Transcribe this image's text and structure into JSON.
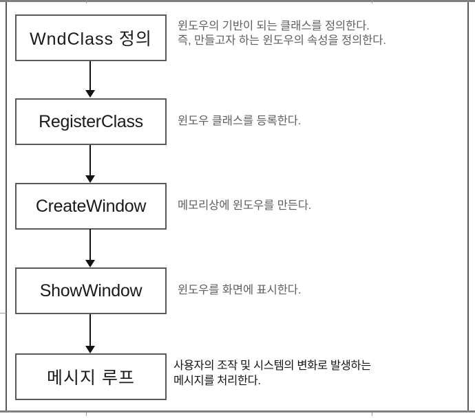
{
  "diagram": {
    "title": "Windows API window creation flow",
    "colors": {
      "box_border": "#595959",
      "box_fill": "#ffffff",
      "box_text": "#1a1a1a",
      "arrow": "#111111",
      "description_text": "#5e5e5e",
      "description_text_dark": "#141414",
      "frame_line": "#808080"
    },
    "steps": [
      {
        "id": "wndclass",
        "label": "WndClass 정의",
        "description": "윈도우의 기반이 되는 클래스를 정의한다.\n즉, 만들고자 하는 윈도우의 속성을 정의한다.",
        "lang": "mixed"
      },
      {
        "id": "registerclass",
        "label": "RegisterClass",
        "description": "윈도우 클래스를 등록한다.",
        "lang": "latin"
      },
      {
        "id": "createwindow",
        "label": "CreateWindow",
        "description": "메모리상에 윈도우를 만든다.",
        "lang": "latin"
      },
      {
        "id": "showwindow",
        "label": "ShowWindow",
        "description": "윈도우를 화면에 표시한다.",
        "lang": "latin"
      },
      {
        "id": "message-loop",
        "label": "메시지 루프",
        "description": "사용자의 조작 및 시스템의 변화로 발생하는\n메시지를 처리한다.",
        "lang": "korean"
      }
    ],
    "arrows": [
      {
        "from": "wndclass",
        "to": "registerclass"
      },
      {
        "from": "registerclass",
        "to": "createwindow"
      },
      {
        "from": "createwindow",
        "to": "showwindow"
      },
      {
        "from": "showwindow",
        "to": "message-loop"
      }
    ]
  }
}
